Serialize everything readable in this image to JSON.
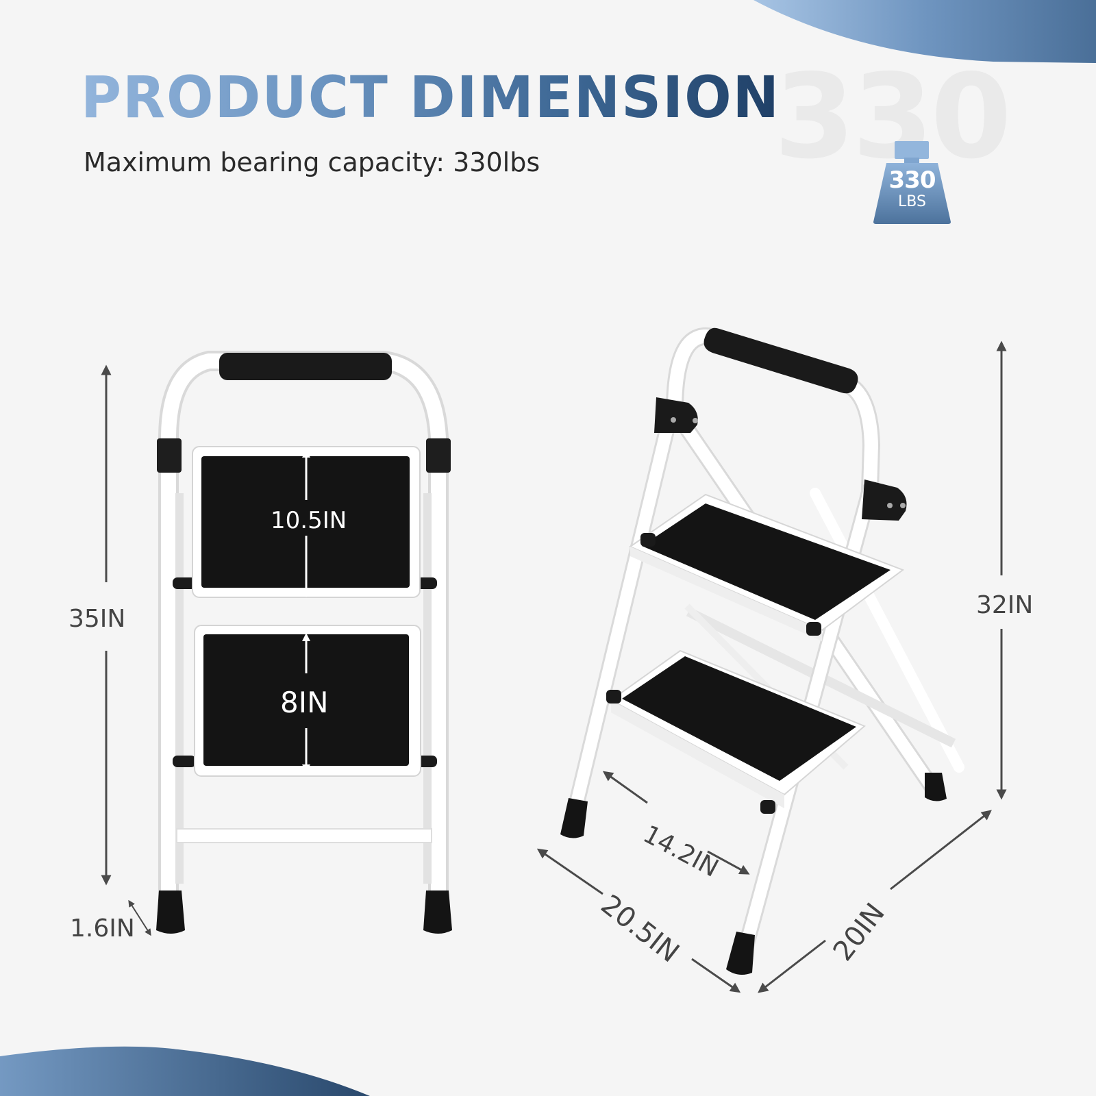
{
  "header": {
    "title": "PRODUCT DIMENSION",
    "subtitle": "Maximum bearing capacity: 330lbs"
  },
  "capacity_badge": {
    "background_number": "330",
    "icon": "weight-icon",
    "value": "330",
    "unit": "LBS"
  },
  "front_view": {
    "total_height": "35IN",
    "top_step_depth": "10.5IN",
    "bottom_step_depth": "8IN",
    "foot_height": "1.6IN"
  },
  "side_view": {
    "standing_height": "32IN",
    "step_width": "14.2IN",
    "base_depth": "20.5IN",
    "base_width": "20IN"
  },
  "colors": {
    "background": "#f5f5f5",
    "accent_light": "#93b5dc",
    "accent_dark": "#1f3f66",
    "dimension_line": "#4a4a4a",
    "frame": "#ffffff",
    "tread": "#141414"
  }
}
